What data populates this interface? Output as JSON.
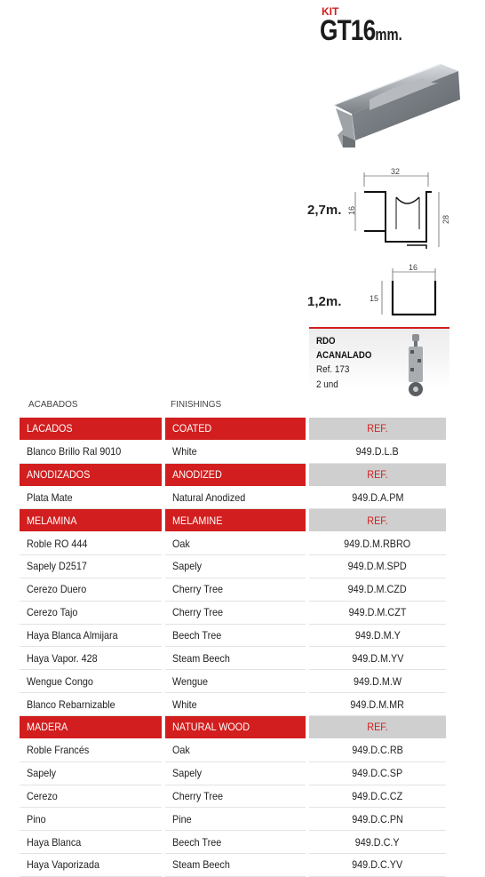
{
  "header": {
    "kit_label": "KIT",
    "model": "GT16",
    "unit": "mm."
  },
  "profiles": {
    "long_length": "2,7m.",
    "long_dims": {
      "width": "32",
      "height": "28",
      "inner": "16"
    },
    "short_length": "1,2m.",
    "short_dims": {
      "width": "16",
      "height": "15"
    }
  },
  "rdo": {
    "line1": "RDO",
    "line2": "ACANALADO",
    "ref": "Ref. 173",
    "qty": "2 und"
  },
  "columns": {
    "acabados": "ACABADOS",
    "finishings": "FINISHINGS"
  },
  "rows": [
    {
      "type": "head",
      "es": "LACADOS",
      "en": "COATED",
      "ref": "REF."
    },
    {
      "type": "item",
      "es": "Blanco Brillo Ral 9010",
      "en": "White",
      "ref": "949.D.L.B"
    },
    {
      "type": "head",
      "es": "ANODIZADOS",
      "en": "ANODIZED",
      "ref": "REF."
    },
    {
      "type": "item",
      "es": "Plata Mate",
      "en": "Natural Anodized",
      "ref": "949.D.A.PM"
    },
    {
      "type": "head",
      "es": "MELAMINA",
      "en": "MELAMINE",
      "ref": "REF."
    },
    {
      "type": "item",
      "es": "Roble RO 444",
      "en": "Oak",
      "ref": "949.D.M.RBRO"
    },
    {
      "type": "item",
      "es": "Sapely D2517",
      "en": "Sapely",
      "ref": "949.D.M.SPD"
    },
    {
      "type": "item",
      "es": "Cerezo Duero",
      "en": "Cherry Tree",
      "ref": "949.D.M.CZD"
    },
    {
      "type": "item",
      "es": "Cerezo Tajo",
      "en": "Cherry Tree",
      "ref": "949.D.M.CZT"
    },
    {
      "type": "item",
      "es": "Haya Blanca Almijara",
      "en": "Beech Tree",
      "ref": "949.D.M.Y"
    },
    {
      "type": "item",
      "es": "Haya Vapor. 428",
      "en": "Steam Beech",
      "ref": "949.D.M.YV"
    },
    {
      "type": "item",
      "es": "Wengue Congo",
      "en": "Wengue",
      "ref": "949.D.M.W"
    },
    {
      "type": "item",
      "es": "Blanco Rebarnizable",
      "en": "White",
      "ref": "949.D.M.MR"
    },
    {
      "type": "head",
      "es": "MADERA",
      "en": "NATURAL WOOD",
      "ref": "REF."
    },
    {
      "type": "item",
      "es": "Roble Francés",
      "en": "Oak",
      "ref": "949.D.C.RB"
    },
    {
      "type": "item",
      "es": "Sapely",
      "en": "Sapely",
      "ref": "949.D.C.SP"
    },
    {
      "type": "item",
      "es": "Cerezo",
      "en": "Cherry Tree",
      "ref": "949.D.C.CZ"
    },
    {
      "type": "item",
      "es": "Pino",
      "en": "Pine",
      "ref": "949.D.C.PN"
    },
    {
      "type": "item",
      "es": "Haya Blanca",
      "en": "Beech Tree",
      "ref": "949.D.C.Y"
    },
    {
      "type": "item",
      "es": "Haya Vaporizada",
      "en": "Steam Beech",
      "ref": "949.D.C.YV"
    }
  ],
  "colors": {
    "accent_red": "#d21e1e",
    "ref_gray": "#cfcfcf"
  }
}
